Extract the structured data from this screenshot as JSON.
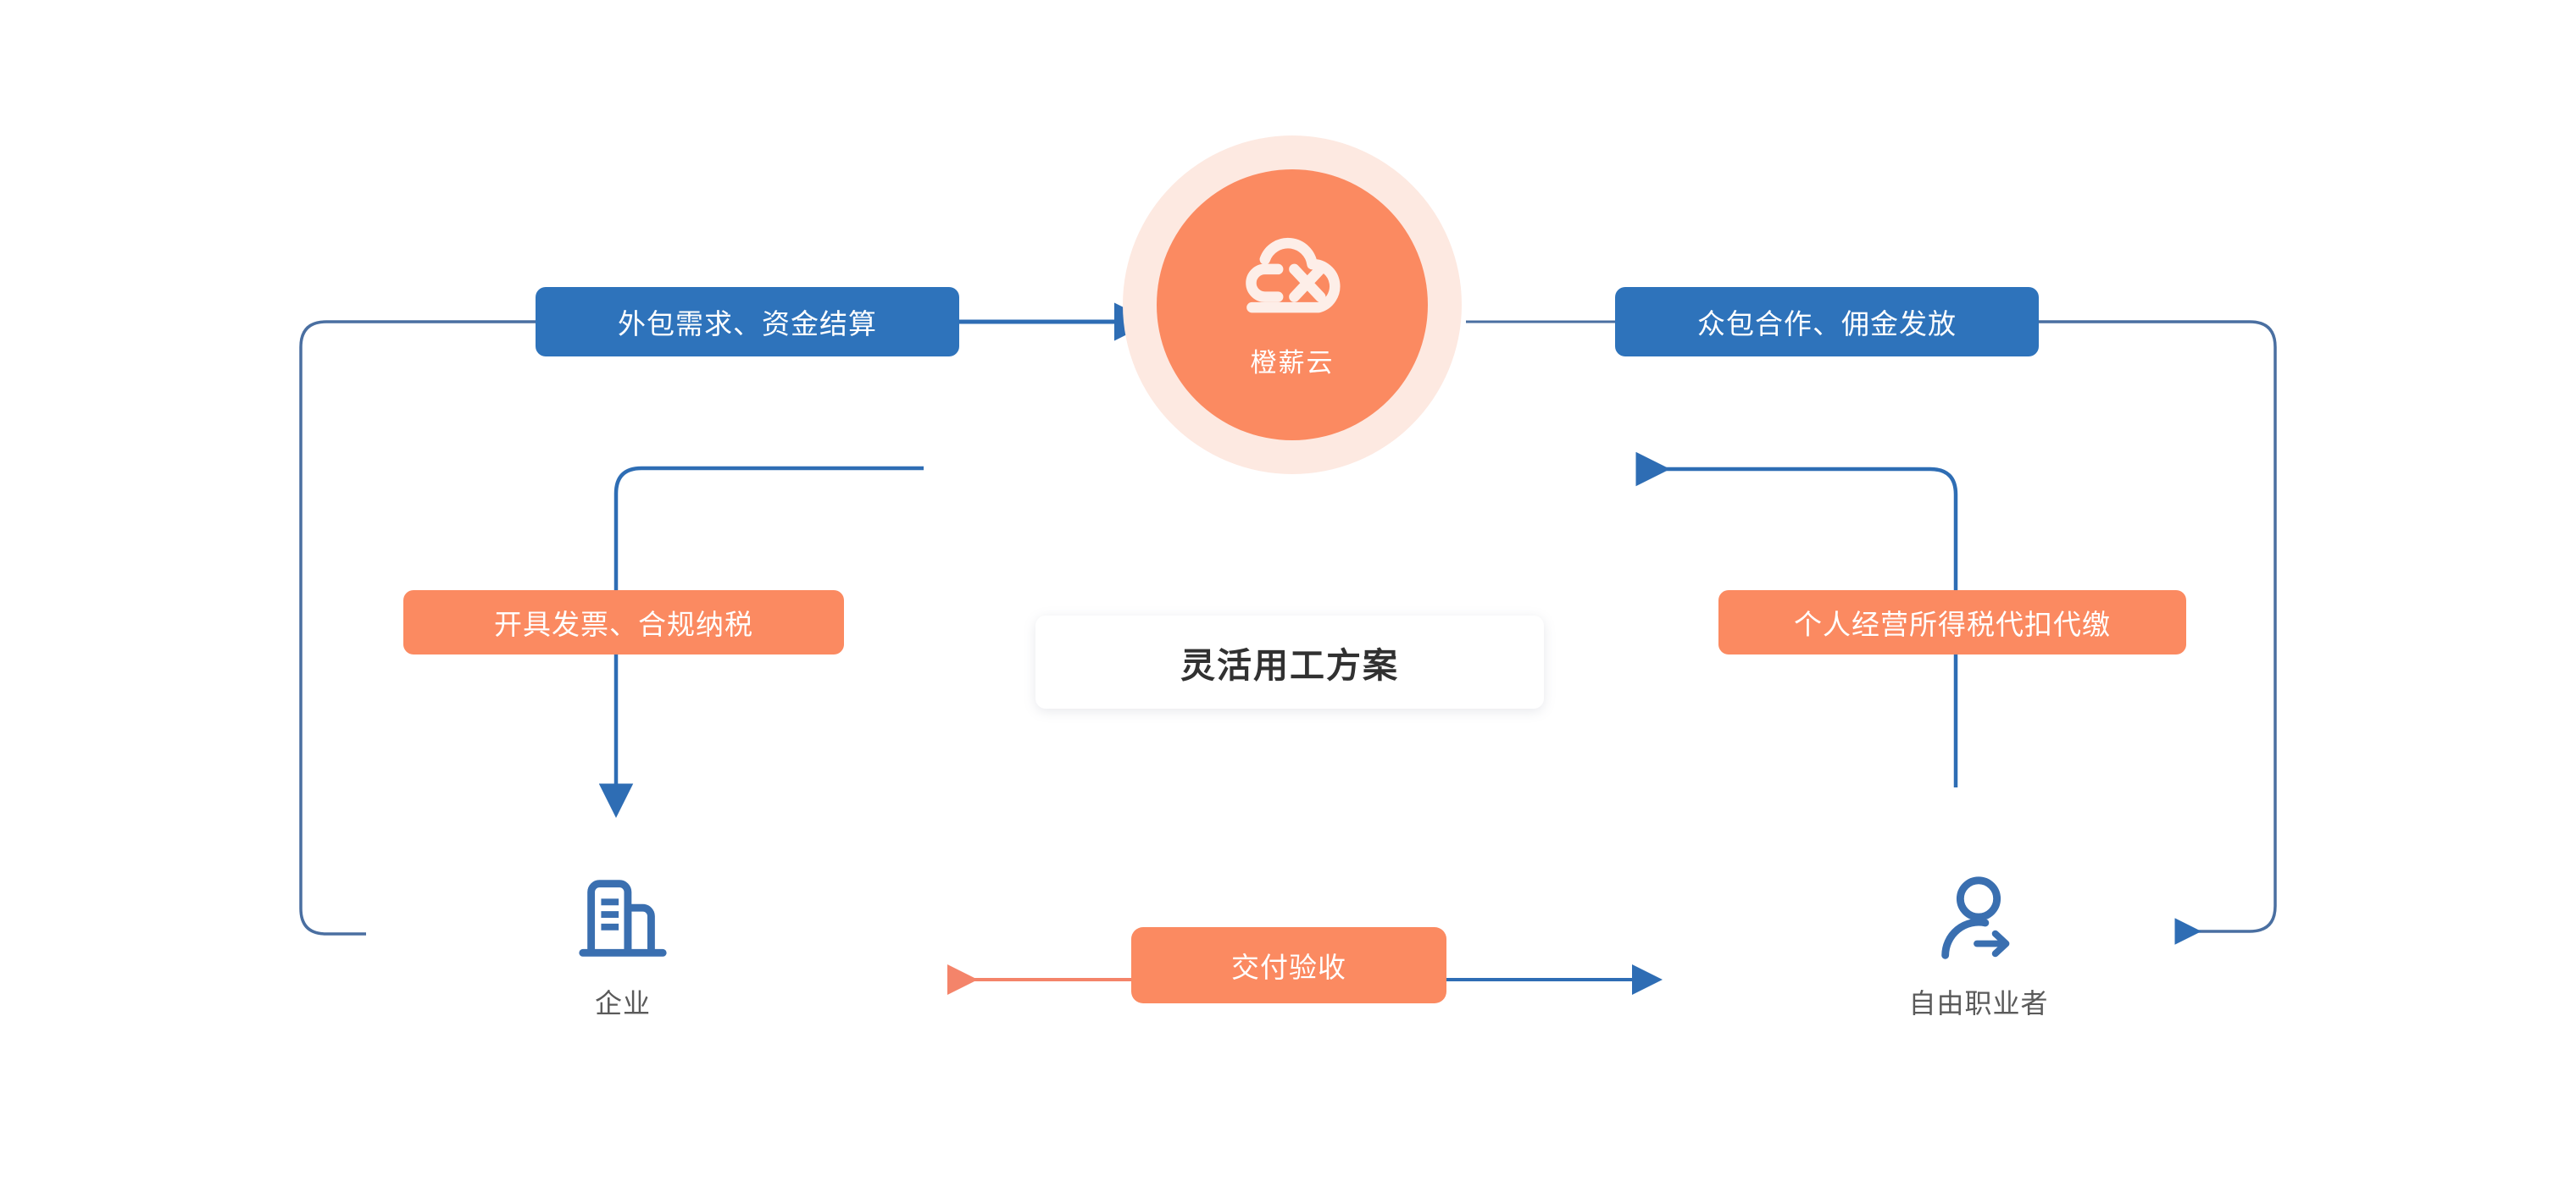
{
  "diagram": {
    "title": "灵活用工方案",
    "hub": {
      "label": "橙薪云",
      "logo_icon": "cloud-cx-logo-icon",
      "fill_color": "#fb8a61",
      "ring_color": "#fde9e1"
    },
    "center_card": {
      "text": "灵活用工方案",
      "background": "#ffffff"
    },
    "flow_labels": [
      {
        "id": "outsourcing",
        "text": "外包需求、资金结算",
        "color": "#2e73bb"
      },
      {
        "id": "crowdsource",
        "text": "众包合作、佣金发放",
        "color": "#2e73bb"
      },
      {
        "id": "invoice",
        "text": "开具发票、合规纳税",
        "color": "#fb8a61"
      },
      {
        "id": "tax",
        "text": "个人经营所得税代扣代缴",
        "color": "#fb8a61"
      },
      {
        "id": "delivery",
        "text": "交付验收",
        "color": "#fb8a61"
      }
    ],
    "actors": [
      {
        "id": "enterprise",
        "label": "企业",
        "icon": "building-icon",
        "color": "#3a6fb0"
      },
      {
        "id": "freelancer",
        "label": "自由职业者",
        "icon": "person-arrow-icon",
        "color": "#3a6fb0"
      }
    ],
    "colors": {
      "blue_arrow": "#2e6db4",
      "thin_blue_line": "#4a6fa1",
      "orange_arrow": "#f4846a",
      "canvas": "#ffffff"
    }
  }
}
